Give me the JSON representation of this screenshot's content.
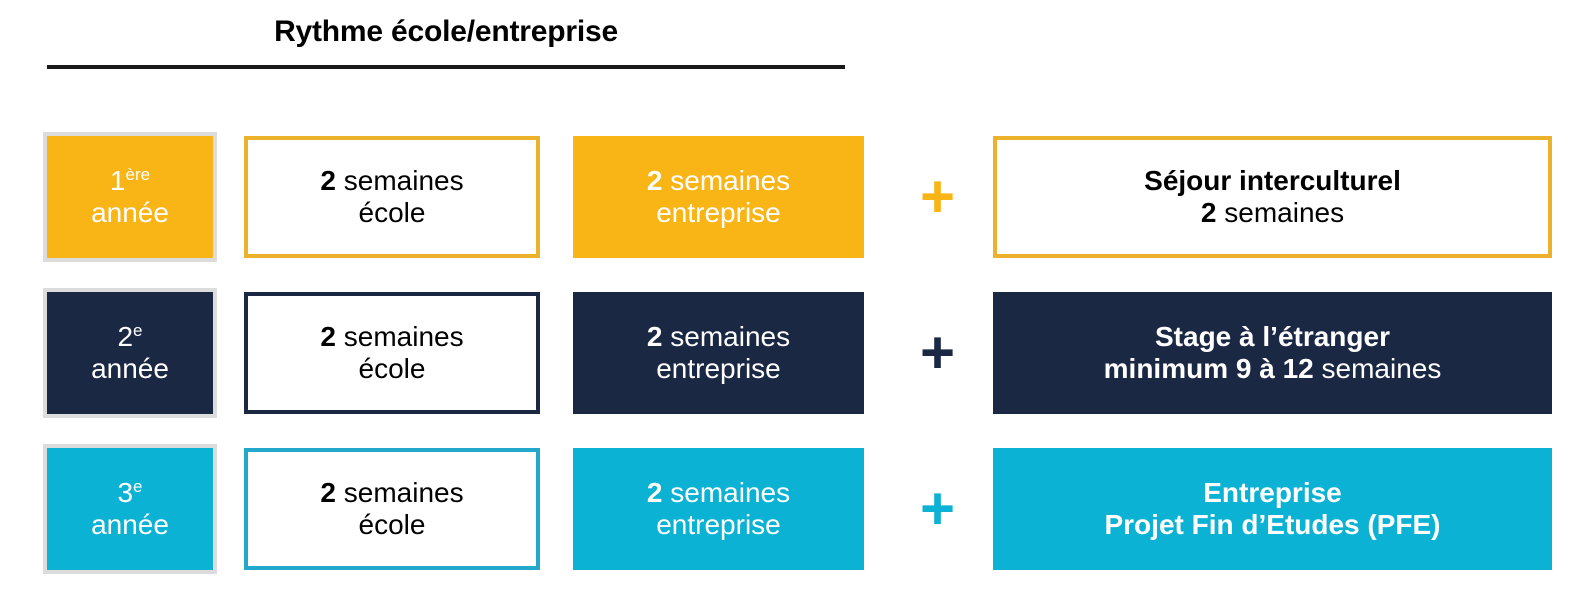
{
  "header": {
    "title": "Rythme école/entreprise"
  },
  "colors": {
    "amber": "#F9B416",
    "amber_border": "#EDB22B",
    "navy": "#1A2844",
    "cyan": "#0CB2D4",
    "cyan_border": "#23A8CC",
    "grey_frame": "#DCDCDC",
    "rule": "#1A1A1A"
  },
  "plus_symbol": "+",
  "rows": [
    {
      "year_number": "1",
      "year_ordinal": "ère",
      "year_word": "année",
      "school_count": "2",
      "school_unit": " semaines",
      "school_place": "école",
      "company_count": "2",
      "company_unit": " semaines",
      "company_place": "entreprise",
      "plus": "+",
      "extra_line1": "Séjour interculturel",
      "extra_line2_bold": "2",
      "extra_line2_rest": " semaines"
    },
    {
      "year_number": "2",
      "year_ordinal": "e",
      "year_word": "année",
      "school_count": "2",
      "school_unit": " semaines",
      "school_place": "école",
      "company_count": "2",
      "company_unit": " semaines",
      "company_place": "entreprise",
      "plus": "+",
      "extra_line1": "Stage à l’étranger",
      "extra_line2_bold": "minimum 9 à 12",
      "extra_line2_rest": " semaines"
    },
    {
      "year_number": "3",
      "year_ordinal": "e",
      "year_word": "année",
      "school_count": "2",
      "school_unit": " semaines",
      "school_place": "école",
      "company_count": "2",
      "company_unit": " semaines",
      "company_place": "entreprise",
      "plus": "+",
      "extra_line1": "Entreprise",
      "extra_line2_bold": "Projet Fin d’Etudes (PFE)",
      "extra_line2_rest": ""
    }
  ]
}
